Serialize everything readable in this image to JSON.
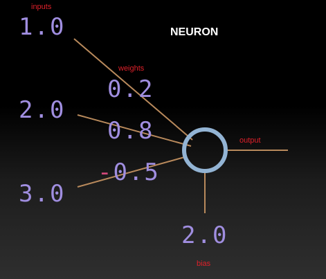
{
  "labels": {
    "inputs": "inputs",
    "weights": "weights",
    "output": "output",
    "bias": "bias",
    "title": "NEURON"
  },
  "inputs": [
    "1.0",
    "2.0",
    "3.0"
  ],
  "weights": [
    "0.2",
    "0.8",
    "-0.5"
  ],
  "bias": "2.0",
  "colors": {
    "input_value": "#a08ee0",
    "weight_value": "#a08ee0",
    "negative_sign": "#d2487a",
    "label_red": "#e0202a",
    "title": "#ffffff",
    "connection_line": "#b98a5c",
    "neuron_ring": "#93b4d4"
  }
}
